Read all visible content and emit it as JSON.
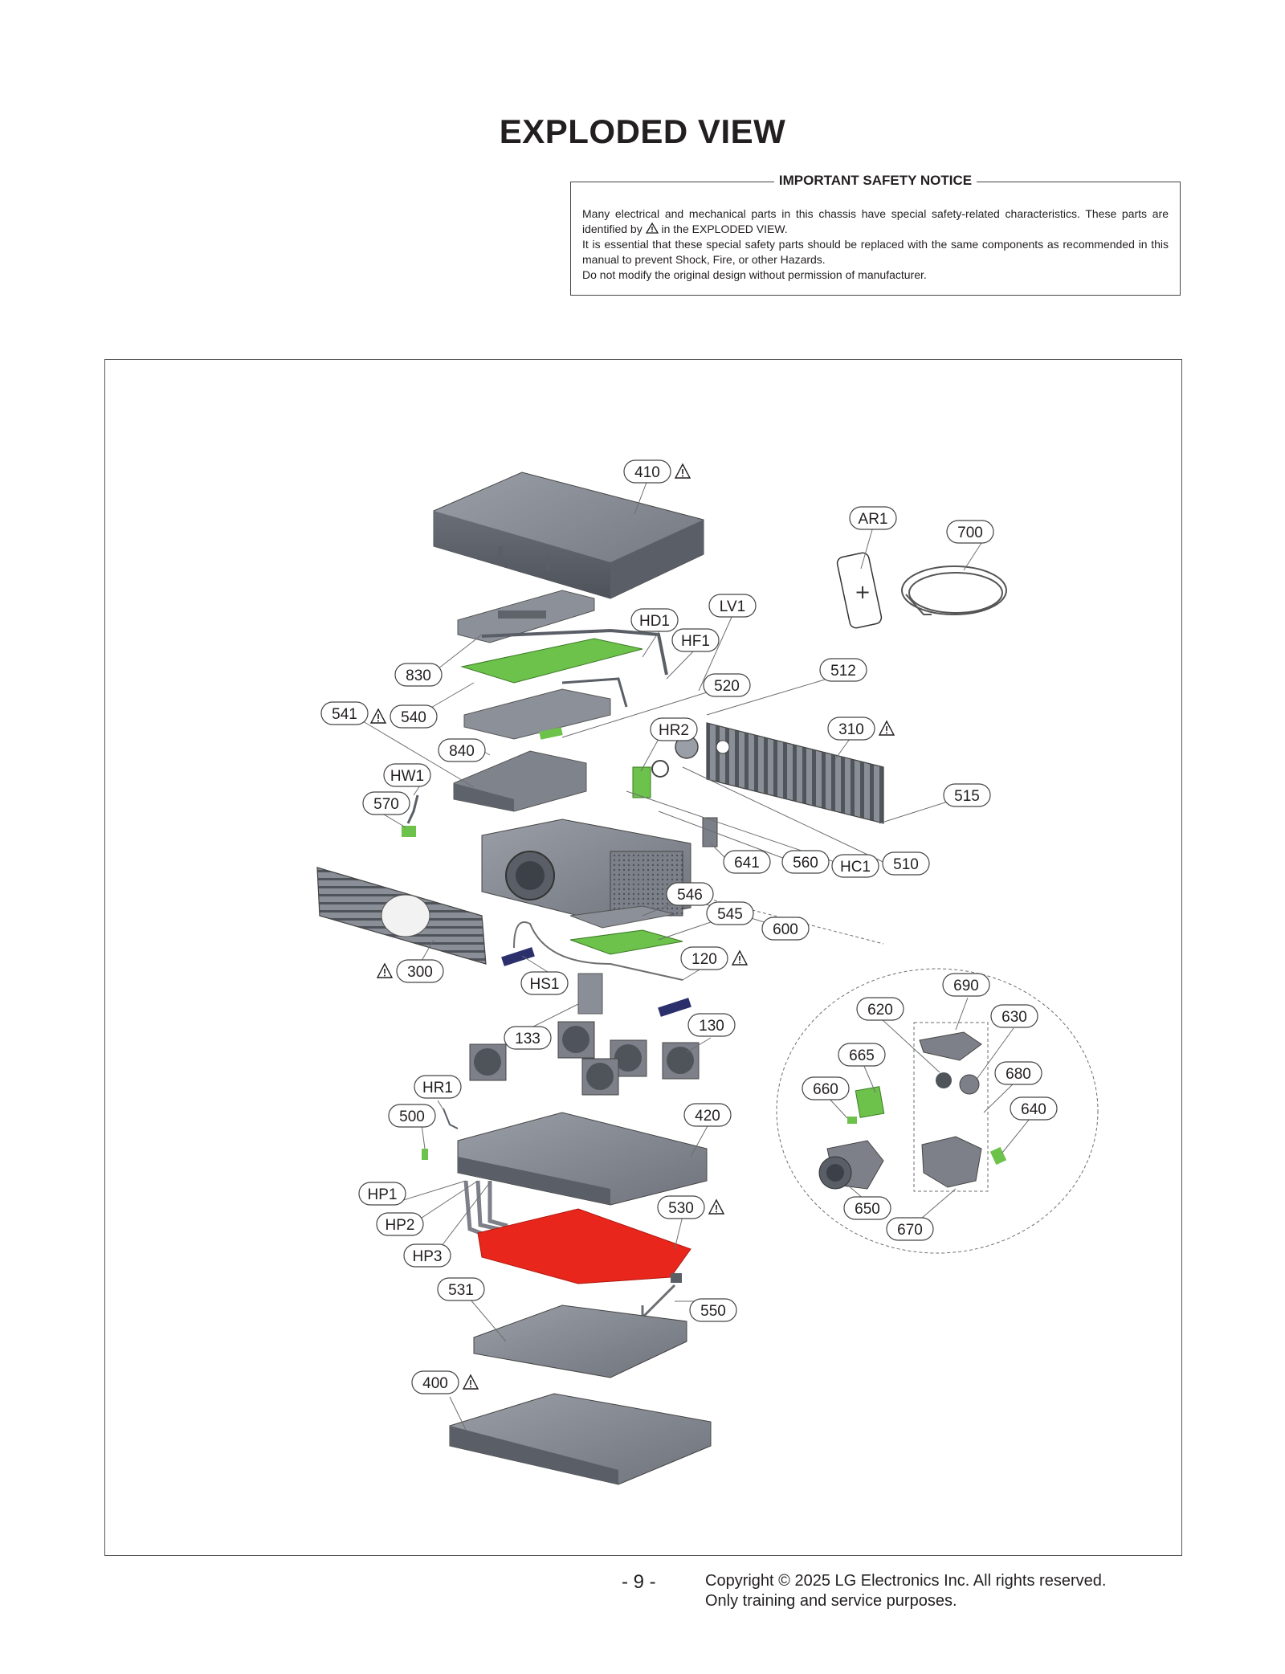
{
  "page": {
    "title": "EXPLODED VIEW",
    "page_number": "- 9 -",
    "copyright_line1": "Copyright © 2025 LG Electronics Inc. All rights reserved.",
    "copyright_line2": "Only training and service purposes."
  },
  "notice": {
    "heading": "IMPORTANT SAFETY NOTICE",
    "line1_a": "Many electrical and mechanical parts in this chassis have special safety-related characteristics. These parts are identified by",
    "line1_b": "in the EXPLODED VIEW.",
    "line2": "It is essential that these special safety parts should be replaced with the same components as recommended in this manual to prevent Shock, Fire, or other Hazards.",
    "line3": "Do not modify the original design without permission of manufacturer."
  },
  "callouts": [
    {
      "label": "410",
      "safety": true
    },
    {
      "label": "AR1",
      "safety": false
    },
    {
      "label": "700",
      "safety": false
    },
    {
      "label": "HD1",
      "safety": false
    },
    {
      "label": "LV1",
      "safety": false
    },
    {
      "label": "HF1",
      "safety": false
    },
    {
      "label": "830",
      "safety": false
    },
    {
      "label": "520",
      "safety": false
    },
    {
      "label": "512",
      "safety": false
    },
    {
      "label": "541",
      "safety": false
    },
    {
      "label": "540",
      "safety": true
    },
    {
      "label": "HR2",
      "safety": false
    },
    {
      "label": "310",
      "safety": true
    },
    {
      "label": "840",
      "safety": false
    },
    {
      "label": "HW1",
      "safety": false
    },
    {
      "label": "515",
      "safety": false
    },
    {
      "label": "570",
      "safety": false
    },
    {
      "label": "641",
      "safety": false
    },
    {
      "label": "560",
      "safety": false
    },
    {
      "label": "HC1",
      "safety": false
    },
    {
      "label": "510",
      "safety": false
    },
    {
      "label": "546",
      "safety": false
    },
    {
      "label": "545",
      "safety": false
    },
    {
      "label": "600",
      "safety": false
    },
    {
      "label": "300",
      "safety": true
    },
    {
      "label": "HS1",
      "safety": false
    },
    {
      "label": "120",
      "safety": true
    },
    {
      "label": "690",
      "safety": false
    },
    {
      "label": "620",
      "safety": false
    },
    {
      "label": "630",
      "safety": false
    },
    {
      "label": "133",
      "safety": false
    },
    {
      "label": "130",
      "safety": false
    },
    {
      "label": "665",
      "safety": false
    },
    {
      "label": "680",
      "safety": false
    },
    {
      "label": "660",
      "safety": false
    },
    {
      "label": "640",
      "safety": false
    },
    {
      "label": "HR1",
      "safety": false
    },
    {
      "label": "500",
      "safety": false
    },
    {
      "label": "420",
      "safety": false
    },
    {
      "label": "HP1",
      "safety": false
    },
    {
      "label": "530",
      "safety": true
    },
    {
      "label": "650",
      "safety": false
    },
    {
      "label": "HP2",
      "safety": false
    },
    {
      "label": "670",
      "safety": false
    },
    {
      "label": "HP3",
      "safety": false
    },
    {
      "label": "531",
      "safety": false
    },
    {
      "label": "550",
      "safety": false
    },
    {
      "label": "400",
      "safety": true
    }
  ],
  "colors": {
    "part_gray": "#7d8088",
    "part_dark": "#555a62",
    "pcb_green": "#6cc24a",
    "red_board": "#e8261c",
    "navy_part": "#2b2f6b",
    "line": "#6d6e71"
  }
}
